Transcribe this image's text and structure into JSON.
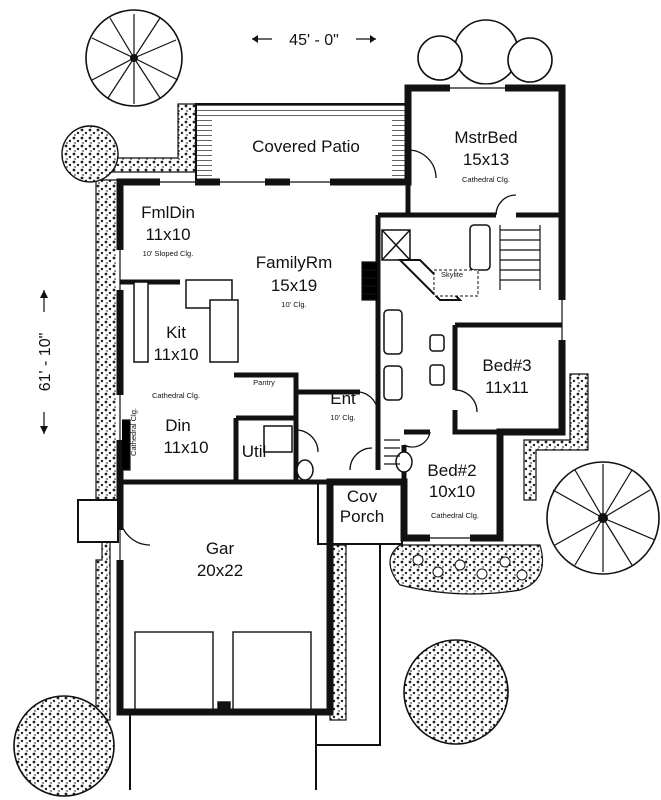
{
  "dimensions": {
    "width": "45' - 0\"",
    "depth": "61' - 10\""
  },
  "rooms": {
    "covered_patio": {
      "name": "Covered Patio"
    },
    "master_bed": {
      "name": "MstrBed",
      "size": "15x13",
      "note": "Cathedral Clg."
    },
    "family_dining": {
      "name": "FmlDin",
      "size": "11x10",
      "note": "10' Sloped Clg."
    },
    "family_room": {
      "name": "FamilyRm",
      "size": "15x19",
      "note": "10' Clg."
    },
    "skylite": {
      "name": "Skylite"
    },
    "kitchen": {
      "name": "Kit",
      "size": "11x10",
      "note": "Cathedral Clg."
    },
    "pantry": {
      "name": "Pantry"
    },
    "bed3": {
      "name": "Bed#3",
      "size": "11x11"
    },
    "entry": {
      "name": "Ent",
      "note": "10' Clg."
    },
    "dining": {
      "name": "Din",
      "size": "11x10",
      "note": "Cathedral Clg."
    },
    "utility": {
      "name": "Util"
    },
    "bed2": {
      "name": "Bed#2",
      "size": "10x10",
      "note": "Cathedral Clg."
    },
    "covered_porch": {
      "line1": "Cov",
      "line2": "Porch"
    },
    "garage": {
      "name": "Gar",
      "size": "20x22"
    }
  }
}
